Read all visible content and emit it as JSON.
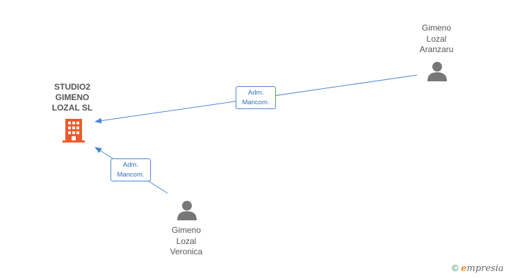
{
  "colors": {
    "edge": "#4a86d4",
    "company": "#f0592b",
    "person": "#777777",
    "text": "#555555"
  },
  "company": {
    "name": "STUDIO2\nGIMENO\nLOZAL  SL",
    "icon": "building-icon"
  },
  "persons": [
    {
      "name": "Gimeno\nLozal\nAranzaru",
      "icon": "person-icon"
    },
    {
      "name": "Gimeno\nLozal\nVeronica",
      "icon": "person-icon"
    }
  ],
  "relations": [
    {
      "from": "Gimeno Lozal Aranzaru",
      "to": "STUDIO2 GIMENO LOZAL SL",
      "label": "Adm.\nMancom."
    },
    {
      "from": "Gimeno Lozal Veronica",
      "to": "STUDIO2 GIMENO LOZAL SL",
      "label": "Adm.\nMancom."
    }
  ],
  "watermark": {
    "symbol": "©",
    "brand_initial": "e",
    "brand_rest": "mpresia"
  }
}
